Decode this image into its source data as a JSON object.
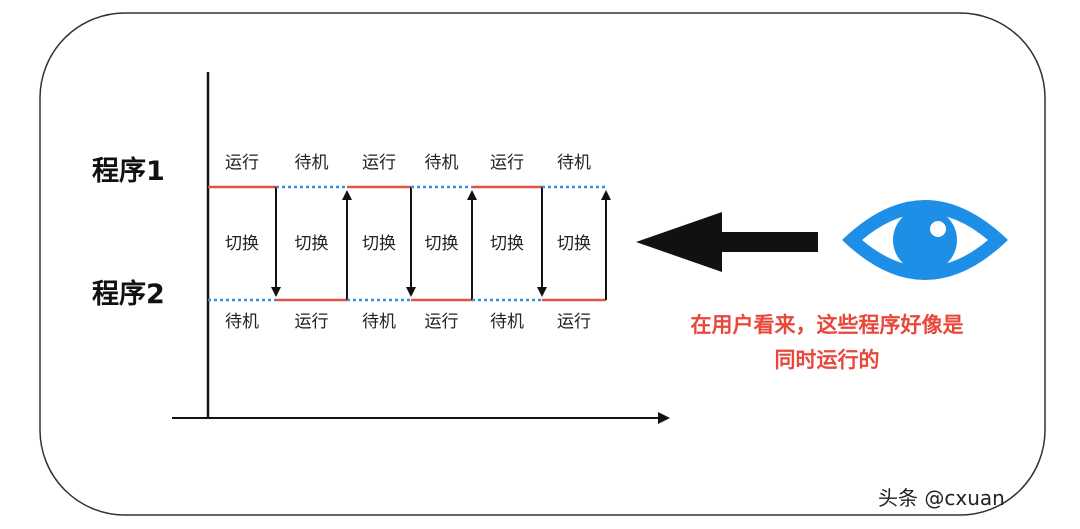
{
  "programs": {
    "program1": "程序1",
    "program2": "程序2"
  },
  "timeline": {
    "program1_states": [
      "运行",
      "待机",
      "运行",
      "待机",
      "运行",
      "待机"
    ],
    "program2_states": [
      "待机",
      "运行",
      "待机",
      "运行",
      "待机",
      "运行"
    ],
    "switch_labels": [
      "切换",
      "切换",
      "切换",
      "切换",
      "切换",
      "切换"
    ]
  },
  "caption": {
    "line1": "在用户看来，这些程序好像是",
    "line2": "同时运行的"
  },
  "watermark": "头条 @cxuan",
  "colors": {
    "running": "#e05545",
    "standby": "#3b8fd9",
    "eye": "#1e8fe6",
    "caption": "#e8483c",
    "axis": "#111111"
  },
  "icons": {
    "eye": "eye-icon",
    "pointer": "left-arrow-icon"
  }
}
